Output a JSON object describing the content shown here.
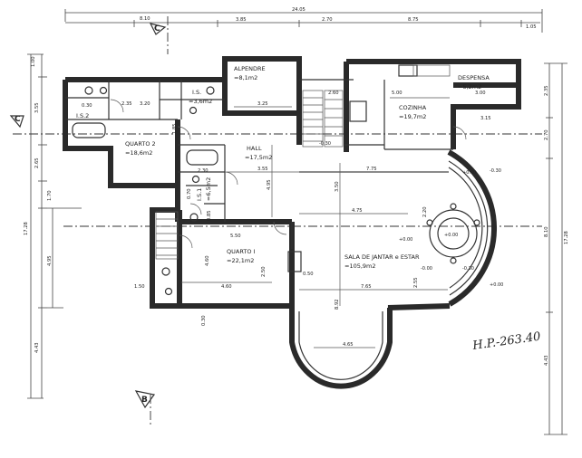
{
  "dimensions": {
    "top": [
      "24.05",
      "8.10",
      "3.85",
      "2.70",
      "8.75",
      "1.05"
    ],
    "left": [
      "1.00",
      "3.55",
      "2.65",
      "1.70",
      "4.95",
      "4.43",
      "17.28"
    ],
    "right": [
      "2.35",
      "2.70",
      "8.10",
      "4.43",
      "17.28"
    ],
    "inner": [
      "0.30",
      "2.35",
      "3.20",
      "3.25",
      "2.60",
      "3.00",
      "3.15",
      "5.00",
      "3.55",
      "7.75",
      "4.95",
      "3.50",
      "4.75",
      "2.20",
      "5.50",
      "4.60",
      "2.50",
      "4.60",
      "7.65",
      "4.65",
      "8.92",
      "2.55",
      "0.50",
      "0.30",
      "0.85",
      "0.70",
      "2.30",
      "1.50",
      "1.85"
    ]
  },
  "rooms": {
    "alpendre": {
      "name": "ALPENDRE",
      "area": "=8,1m2"
    },
    "despensa": {
      "name": "DESPENSA",
      "area": "=5,2m2"
    },
    "cozinha": {
      "name": "COZINHA",
      "area": "=19,7m2"
    },
    "quarto2": {
      "name": "QUARTO 2",
      "area": "=18,6m2"
    },
    "hall": {
      "name": "HALL",
      "area": "=17,5m2"
    },
    "is1": {
      "name": "I.S.1",
      "area": "=6,5m2"
    },
    "is2": {
      "name": "I.S.",
      "area": "=3,6m2"
    },
    "is3": {
      "name": "I.S.2",
      "area": ""
    },
    "quarto1": {
      "name": "QUARTO I",
      "area": "=22,1m2"
    },
    "sala": {
      "name": "SALA DE JANTAR e ESTAR",
      "area": "=105,9m2"
    }
  },
  "levels": [
    "+0.00",
    "-0.30",
    "+0.00",
    "-0.30",
    "-0.00",
    "+0.00",
    "+0.00",
    "-0.30"
  ],
  "sections": {
    "c": "C",
    "b": "B"
  },
  "handwritten": "H.P.-263.40"
}
